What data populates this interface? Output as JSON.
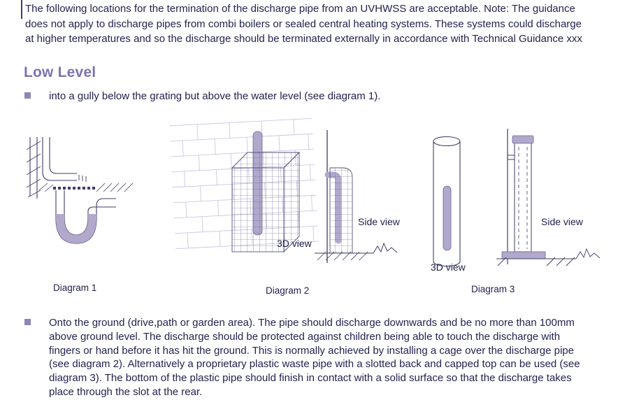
{
  "intro": {
    "text": "The following locations for the termination of the discharge pipe from an UVHWSS are acceptable. Note:  The guidance does not apply to discharge pipes from combi boilers or sealed central heating systems.  These systems could discharge at higher temperatures and so the discharge should be terminated externally in accordance with Technical Guidance xxx"
  },
  "section": {
    "heading": "Low Level"
  },
  "bullets": [
    {
      "text": "into a gully below the grating but above the water level (see diagram 1)."
    },
    {
      "text": "Onto the ground (drive,path or garden area).  The pipe should discharge downwards and be no more than 100mm above ground level.  The discharge should be protected against children being able to touch the discharge with fingers or hand before it has hit the ground.  This is normally achieved by installing a cage over the discharge pipe (see diagram 2).  Alternatively a proprietary plastic waste pipe with a slotted back and capped top can be used (see diagram 3).  The bottom of the plastic pipe should finish in contact with a solid surface so that the discharge takes place through the slot at the rear."
    }
  ],
  "diagrams": [
    {
      "caption": "Diagram 1"
    },
    {
      "caption": "Diagram 2",
      "view3d": "3D view",
      "side": "Side view"
    },
    {
      "caption": "Diagram 3",
      "view3d": "3D view",
      "side": "Side view"
    }
  ],
  "colors": {
    "text": "#23224e",
    "heading_purple": "#7b74b0",
    "bullet_purple": "#8d87b7",
    "pipe_fill": "#b2a8cc",
    "line": "#3f3c66",
    "brick_line": "#ccc6e3"
  }
}
